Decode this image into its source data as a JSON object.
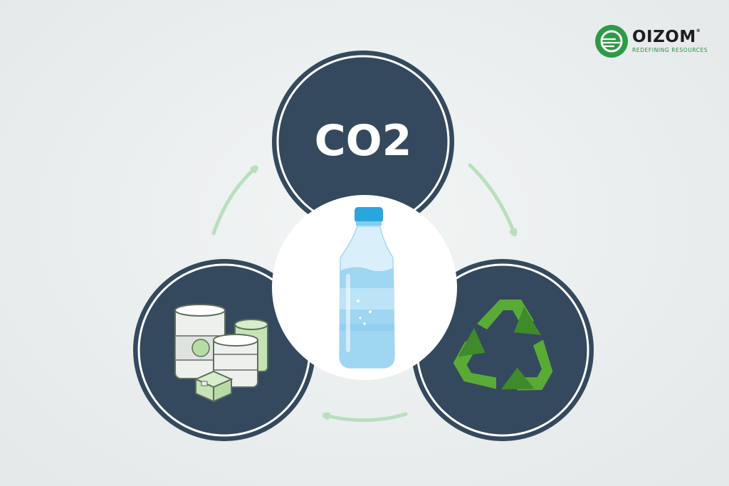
{
  "brand": {
    "name": "OIZOM",
    "trademark": "®",
    "tagline": "REDEFINING RESOURCES",
    "color": "#2e9a47"
  },
  "diagram": {
    "top_circle_label": "CO2",
    "nodes": [
      {
        "id": "co2",
        "label": "CO2",
        "icon": "co2-text"
      },
      {
        "id": "recycle",
        "icon": "recycle-icon"
      },
      {
        "id": "products",
        "icon": "containers-box-icon"
      },
      {
        "id": "center",
        "icon": "water-bottle-icon"
      }
    ],
    "colors": {
      "circle_fill": "#34495e",
      "circle_ring": "#ffffff",
      "arrow": "#b9dfbd",
      "recycle_green": "#5aab35",
      "recycle_dark": "#3f8a2b",
      "bottle_cap": "#2aa6dc",
      "bottle_body": "#bfe4f6",
      "bottle_water": "#8fcdee"
    }
  }
}
